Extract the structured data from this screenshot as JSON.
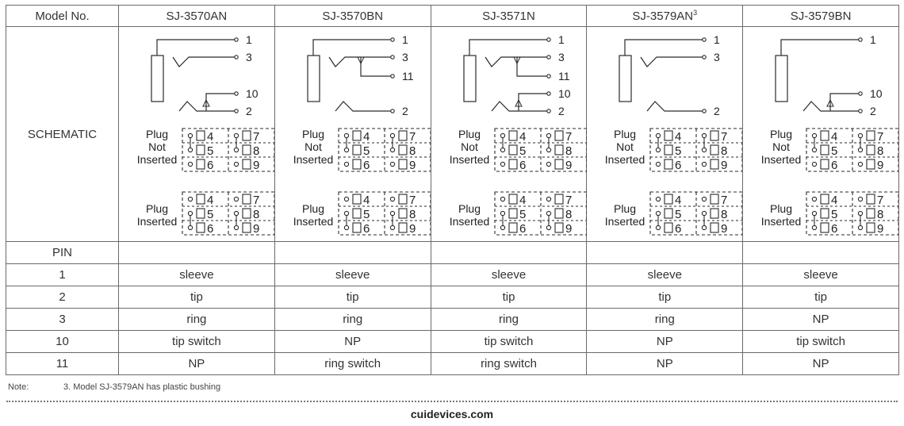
{
  "table": {
    "header_label": "Model No.",
    "models": [
      {
        "name": "SJ-3570AN",
        "sup": "",
        "pins": {
          "1": "sleeve",
          "2": "tip",
          "3": "ring",
          "10": "tip switch",
          "11": "NP"
        },
        "schematic": {
          "pins": [
            "1",
            "3",
            "10",
            "2"
          ],
          "ring_switch": false,
          "tip_switch": true
        }
      },
      {
        "name": "SJ-3570BN",
        "sup": "",
        "pins": {
          "1": "sleeve",
          "2": "tip",
          "3": "ring",
          "10": "NP",
          "11": "ring switch"
        },
        "schematic": {
          "pins": [
            "1",
            "3",
            "11",
            "2"
          ],
          "ring_switch": true,
          "tip_switch": false
        }
      },
      {
        "name": "SJ-3571N",
        "sup": "",
        "pins": {
          "1": "sleeve",
          "2": "tip",
          "3": "ring",
          "10": "tip switch",
          "11": "ring switch"
        },
        "schematic": {
          "pins": [
            "1",
            "3",
            "11",
            "10",
            "2"
          ],
          "ring_switch": true,
          "tip_switch": true
        }
      },
      {
        "name": "SJ-3579AN",
        "sup": "3",
        "pins": {
          "1": "sleeve",
          "2": "tip",
          "3": "ring",
          "10": "NP",
          "11": "NP"
        },
        "schematic": {
          "pins": [
            "1",
            "3",
            "2"
          ],
          "ring_switch": false,
          "tip_switch": false
        }
      },
      {
        "name": "SJ-3579BN",
        "sup": "",
        "pins": {
          "1": "sleeve",
          "2": "tip",
          "3": "NP",
          "10": "tip switch",
          "11": "NP"
        },
        "schematic": {
          "pins": [
            "1",
            "10",
            "2"
          ],
          "ring_switch": false,
          "tip_switch": true
        }
      }
    ],
    "schematic_label": "SCHEMATIC",
    "switch_labels": {
      "not_inserted": [
        "Plug",
        "Not",
        "Inserted"
      ],
      "inserted": [
        "Plug",
        "Inserted"
      ]
    },
    "switch_numbers": [
      [
        "4",
        "7"
      ],
      [
        "5",
        "8"
      ],
      [
        "6",
        "9"
      ]
    ],
    "pin_header": "PIN",
    "pin_rows": [
      "1",
      "2",
      "3",
      "10",
      "11"
    ]
  },
  "note": {
    "label": "Note:",
    "text": "3. Model SJ-3579AN has plastic bushing"
  },
  "footer": {
    "site": "cuidevices.com"
  }
}
